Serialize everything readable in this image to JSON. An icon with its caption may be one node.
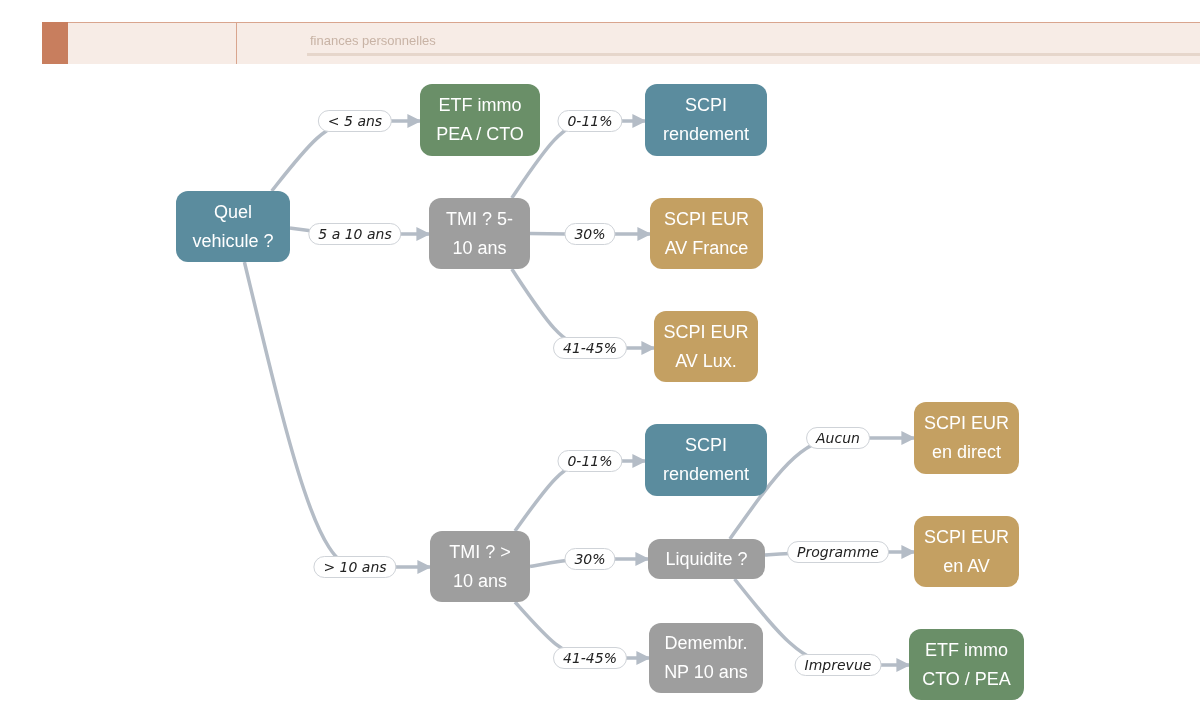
{
  "diagram": {
    "nodes": [
      {
        "text": [
          "Quel vehicule ?"
        ]
      },
      {
        "text": [
          "ETF immo PEA / CTO"
        ]
      },
      {
        "text": [
          "TMI ? 5-10 ans"
        ]
      },
      {
        "text": [
          "SCPI rendement"
        ]
      },
      {
        "text": [
          "SCPI EUR AV France"
        ]
      },
      {
        "text": [
          "SCPI EUR AV Lux."
        ]
      },
      {
        "text": [
          "TMI ? > 10 ans"
        ]
      },
      {
        "text": [
          "SCPI rendement"
        ]
      },
      {
        "text": [
          "Liquidite ?"
        ]
      },
      {
        "text": [
          "Demembr. NP 10 ans"
        ]
      },
      {
        "text": [
          "SCPI EUR en direct"
        ]
      },
      {
        "text": [
          "SCPI EUR en AV"
        ]
      },
      {
        "text": [
          "ETF immo CTO / PEA"
        ]
      }
    ],
    "edges": [
      {
        "from": 0,
        "to": 1,
        "label": "< 5 ans",
        "arrow": "to"
      },
      {
        "from": 0,
        "to": 2,
        "label": "5 a 10 ans",
        "arrow": "to"
      },
      {
        "from": 0,
        "to": 6,
        "label": "> 10 ans",
        "arrow": "to"
      },
      {
        "from": 2,
        "to": 3,
        "label": "0-11%",
        "arrow": "to"
      },
      {
        "from": 2,
        "to": 4,
        "label": "30%",
        "arrow": "to"
      },
      {
        "from": 2,
        "to": 5,
        "label": "41-45%",
        "arrow": "to"
      },
      {
        "from": 6,
        "to": 7,
        "label": "0-11%",
        "arrow": "to"
      },
      {
        "from": 6,
        "to": 8,
        "label": "30%",
        "arrow": "to"
      },
      {
        "from": 6,
        "to": 9,
        "label": "41-45%",
        "arrow": "to"
      },
      {
        "from": 8,
        "to": 10,
        "label": "Aucun",
        "arrow": "to"
      },
      {
        "from": 8,
        "to": 11,
        "label": "Programme",
        "arrow": "to"
      },
      {
        "from": 8,
        "to": 12,
        "label": "Imprevue",
        "arrow": "to"
      }
    ],
    "labels": [
      "finances personnelles"
    ]
  }
}
